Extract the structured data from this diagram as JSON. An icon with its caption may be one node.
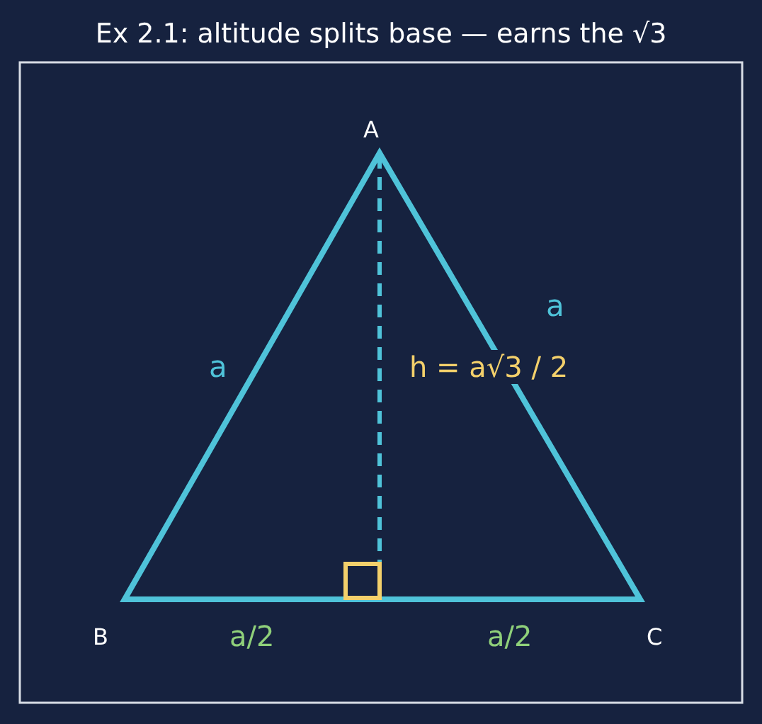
{
  "diagram": {
    "title": "Ex 2.1: altitude splits base — earns the √3",
    "labels": [
      "A",
      "a",
      "h = a√3 / 2",
      "a",
      "B",
      "a/2",
      "a/2",
      "C"
    ]
  }
}
